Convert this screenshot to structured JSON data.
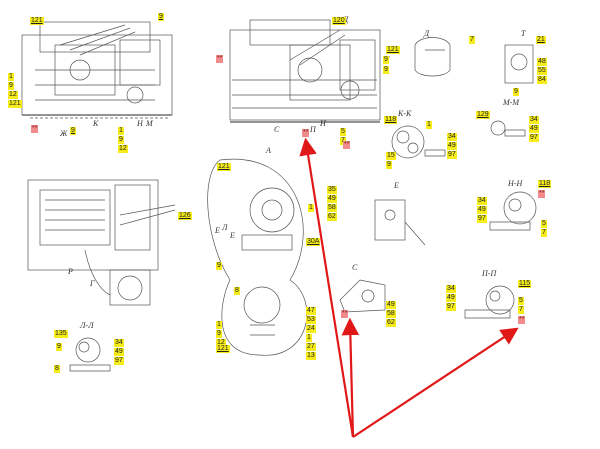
{
  "views": {
    "detail_letters": [
      "Ж",
      "К",
      "Н",
      "М",
      "Д",
      "Т",
      "С",
      "П",
      "Н",
      "К-К",
      "М-М",
      "Е",
      "Н-Н",
      "А",
      "Е",
      "Р",
      "Г",
      "Л-Л",
      "П-П",
      "С",
      "Д",
      "Т",
      "Л",
      "Е"
    ]
  },
  "callouts": {
    "t1": "121",
    "t2": "9",
    "t3": "1",
    "t4": "9",
    "t5": "12",
    "t6": "121",
    "t7": "9",
    "t8": "1",
    "t9": "9",
    "t10": "12",
    "t11": "**",
    "t12": "120",
    "t13": "121",
    "t14": "9",
    "t15": "9",
    "t16": "**",
    "t17": "**",
    "t18": "5",
    "t19": "7",
    "t20": "**",
    "t21": "7",
    "t22": "21",
    "t23": "48",
    "t24": "55",
    "t25": "84",
    "t26": "9",
    "t27": "118",
    "t28": "1",
    "t29": "34",
    "t30": "49",
    "t31": "97",
    "t32": "15",
    "t33": "9",
    "t34": "129",
    "t35": "34",
    "t36": "49",
    "t37": "97",
    "t38": "118",
    "t39": "**",
    "t40": "34",
    "t41": "49",
    "t42": "97",
    "t43": "5",
    "t44": "7",
    "t45": "121",
    "t46": "35",
    "t47": "49",
    "t48": "58",
    "t49": "62",
    "t50": "1",
    "t51": "30А",
    "t52": "9",
    "t53": "1",
    "t54": "9",
    "t55": "12",
    "t56": "121",
    "t57": "47",
    "t58": "53",
    "t59": "24",
    "t60": "1",
    "t61": "27",
    "t62": "13",
    "t63": "8",
    "t64": "126",
    "t65": "**",
    "t66": "49",
    "t67": "58",
    "t68": "62",
    "t69": "34",
    "t70": "49",
    "t71": "97",
    "t72": "115",
    "t73": "5",
    "t74": "7",
    "t75": "**",
    "t76": "135",
    "t77": "9",
    "t78": "34",
    "t79": "49",
    "t80": "97",
    "t81": "8"
  }
}
